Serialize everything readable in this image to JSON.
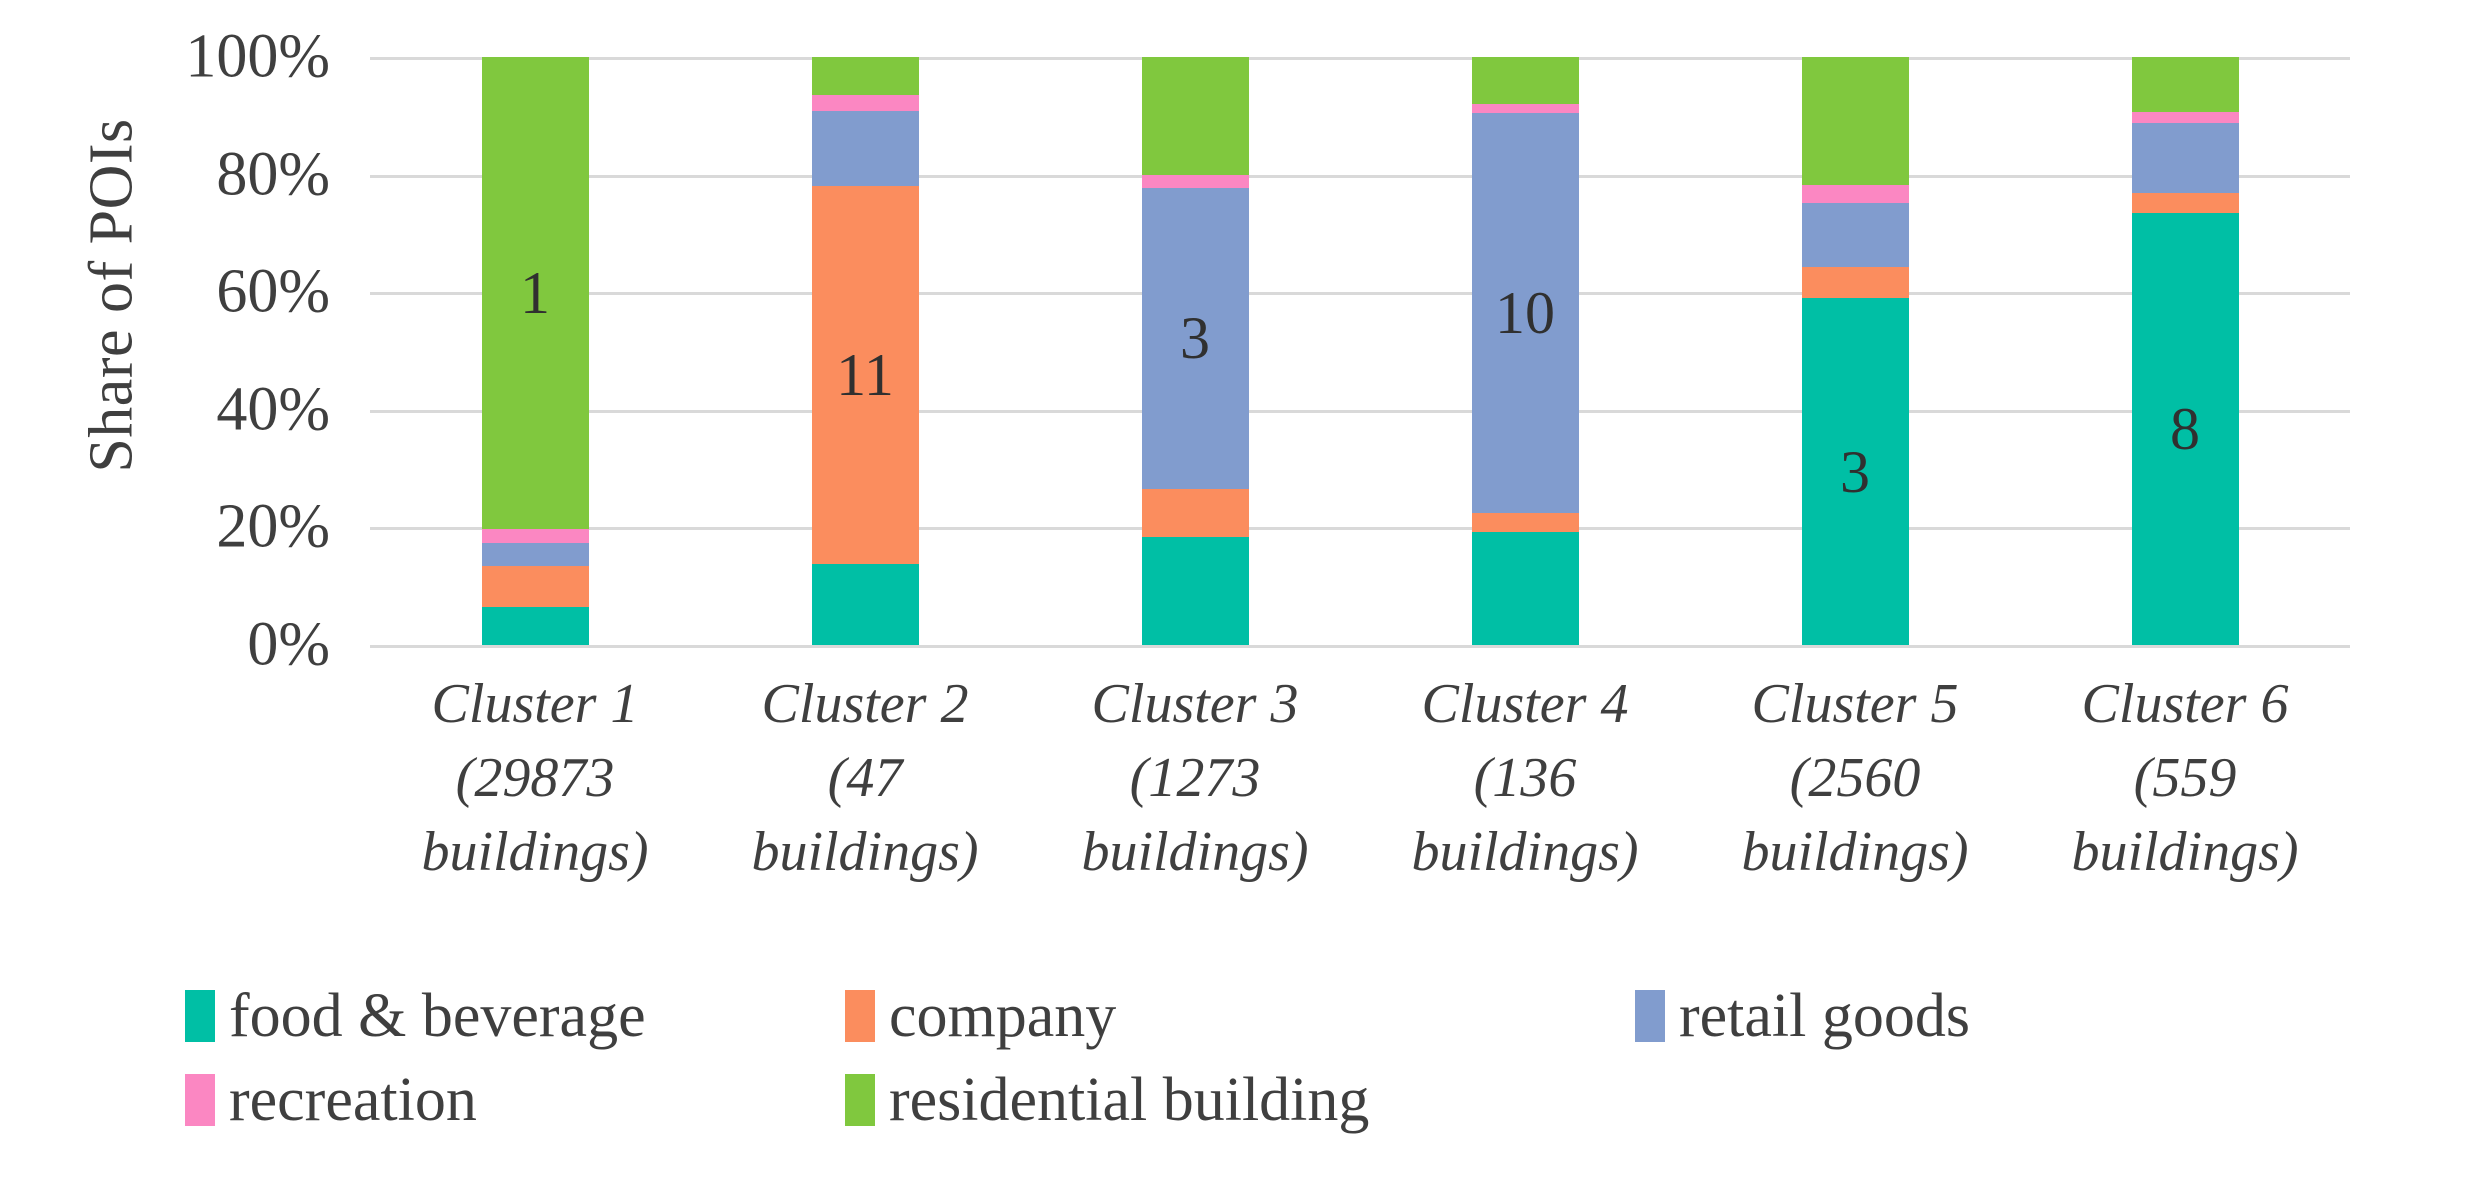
{
  "chart_data": {
    "type": "bar",
    "subtype": "stacked-percentage",
    "title": "",
    "xlabel": "",
    "ylabel": "Share of POIs",
    "ylim": [
      0,
      100
    ],
    "ytick_labels": [
      "100%",
      "80%",
      "60%",
      "40%",
      "20%",
      "0%"
    ],
    "ytick_values": [
      100,
      80,
      60,
      40,
      20,
      0
    ],
    "grid": true,
    "legend_position": "bottom",
    "categories": [
      "Cluster 1 (29873 buildings)",
      "Cluster 2 (47 buildings)",
      "Cluster 3 (1273 buildings)",
      "Cluster 4 (136 buildings)",
      "Cluster 5 (2560 buildings)",
      "Cluster 6 (559 buildings)"
    ],
    "category_lines": [
      [
        "Cluster 1",
        "(29873",
        "buildings)"
      ],
      [
        "Cluster 2",
        "(47",
        "buildings)"
      ],
      [
        "Cluster 3",
        "(1273",
        "buildings)"
      ],
      [
        "Cluster 4",
        "(136",
        "buildings)"
      ],
      [
        "Cluster 5",
        "(2560",
        "buildings)"
      ],
      [
        "Cluster 6",
        "(559",
        "buildings)"
      ]
    ],
    "series": [
      {
        "name": "food & beverage",
        "color": "#00BFA5",
        "values": [
          6.5,
          13.8,
          18.4,
          19.2,
          59.0,
          73.5
        ]
      },
      {
        "name": "company",
        "color": "#FB8D5E",
        "values": [
          7.0,
          64.3,
          8.1,
          3.3,
          5.3,
          3.4
        ]
      },
      {
        "name": "retail goods",
        "color": "#819CCE",
        "values": [
          3.8,
          12.7,
          51.3,
          67.9,
          10.8,
          11.9
        ]
      },
      {
        "name": "recreation",
        "color": "#FB87C2",
        "values": [
          2.4,
          2.7,
          2.2,
          1.6,
          3.1,
          1.9
        ]
      },
      {
        "name": "residential building",
        "color": "#80C83E",
        "values": [
          80.3,
          6.5,
          20.0,
          8.0,
          21.8,
          9.3
        ]
      }
    ],
    "bar_annotations": [
      {
        "category_index": 0,
        "series_index": 4,
        "series_name": "residential building",
        "text": "1"
      },
      {
        "category_index": 1,
        "series_index": 1,
        "series_name": "company",
        "text": "11"
      },
      {
        "category_index": 2,
        "series_index": 2,
        "series_name": "retail goods",
        "text": "3"
      },
      {
        "category_index": 3,
        "series_index": 2,
        "series_name": "retail goods",
        "text": "10"
      },
      {
        "category_index": 4,
        "series_index": 0,
        "series_name": "food & beverage",
        "text": "3"
      },
      {
        "category_index": 5,
        "series_index": 0,
        "series_name": "food & beverage",
        "text": "8"
      }
    ],
    "legend": [
      {
        "label": "food & beverage",
        "color": "#00BFA5"
      },
      {
        "label": "company",
        "color": "#FB8D5E"
      },
      {
        "label": "retail goods",
        "color": "#819CCE"
      },
      {
        "label": "recreation",
        "color": "#FB87C2"
      },
      {
        "label": "residential building",
        "color": "#80C83E"
      }
    ],
    "colors": {
      "gridline": "#D9D9D9",
      "text": "#3F3F3F",
      "background": "#FFFFFF"
    }
  }
}
